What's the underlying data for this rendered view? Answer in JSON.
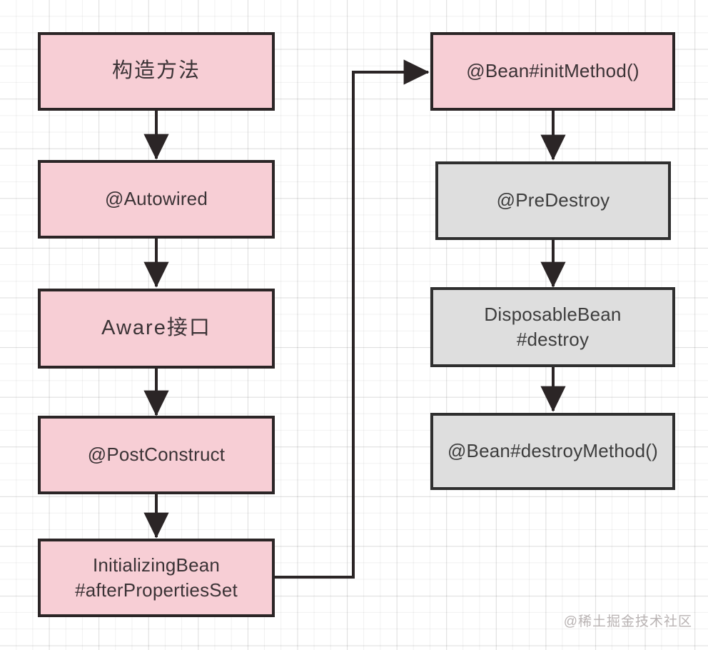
{
  "diagram": {
    "title": "Spring Bean Lifecycle Flowchart",
    "background": "#ffffff",
    "grid_color": "#ededed",
    "colors": {
      "init_fill": "#f7ced5",
      "destroy_fill": "#dedede",
      "border": "#2b2526",
      "text": "#3a3336",
      "arrow": "#2b2526",
      "watermark": "#b9b3b3"
    },
    "watermark": "@稀土掘金技术社区",
    "nodes": [
      {
        "id": "constructor",
        "label": "构造方法",
        "column": "left",
        "fill": "init",
        "order": 1
      },
      {
        "id": "autowired",
        "label": "@Autowired",
        "column": "left",
        "fill": "init",
        "order": 2
      },
      {
        "id": "aware",
        "label": "Aware接口",
        "column": "left",
        "fill": "init",
        "order": 3
      },
      {
        "id": "postconstruct",
        "label": "@PostConstruct",
        "column": "left",
        "fill": "init",
        "order": 4
      },
      {
        "id": "initializingbean",
        "label": "InitializingBean\n#afterPropertiesSet",
        "column": "left",
        "fill": "init",
        "order": 5
      },
      {
        "id": "beaninitmethod",
        "label": "@Bean#initMethod()",
        "column": "right",
        "fill": "init",
        "order": 6
      },
      {
        "id": "predestroy",
        "label": "@PreDestroy",
        "column": "right",
        "fill": "destroy",
        "order": 7
      },
      {
        "id": "disposablebean",
        "label": "DisposableBean\n#destroy",
        "column": "right",
        "fill": "destroy",
        "order": 8
      },
      {
        "id": "beandestroymethod",
        "label": "@Bean#destroyMethod()",
        "column": "right",
        "fill": "destroy",
        "order": 9
      }
    ],
    "edges": [
      {
        "from": "constructor",
        "to": "autowired",
        "type": "straight-down"
      },
      {
        "from": "autowired",
        "to": "aware",
        "type": "straight-down"
      },
      {
        "from": "aware",
        "to": "postconstruct",
        "type": "straight-down"
      },
      {
        "from": "postconstruct",
        "to": "initializingbean",
        "type": "straight-down"
      },
      {
        "from": "initializingbean",
        "to": "beaninitmethod",
        "type": "elbow-right-up"
      },
      {
        "from": "beaninitmethod",
        "to": "predestroy",
        "type": "straight-down"
      },
      {
        "from": "predestroy",
        "to": "disposablebean",
        "type": "straight-down"
      },
      {
        "from": "disposablebean",
        "to": "beandestroymethod",
        "type": "straight-down"
      }
    ]
  }
}
